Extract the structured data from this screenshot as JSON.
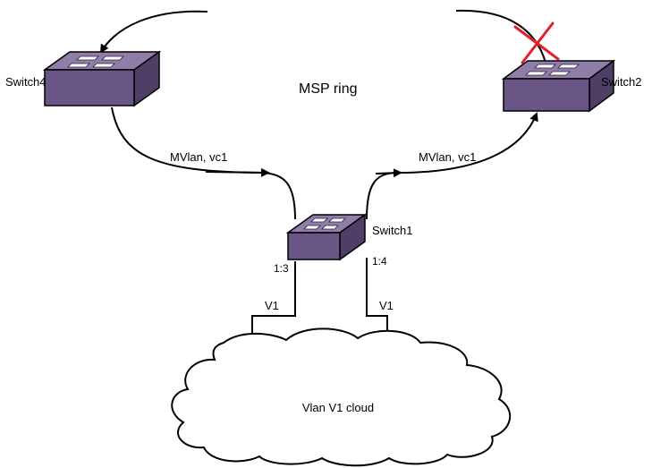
{
  "diagram": {
    "ring_label": "MSP ring",
    "switches": {
      "switch4": "Switch4",
      "switch2": "Switch2",
      "switch1": "Switch1"
    },
    "links": {
      "left_mvlan": "MVlan, vc1",
      "right_mvlan": "MVlan, vc1"
    },
    "ports": {
      "left": "1:3",
      "right": "1:4"
    },
    "vlans": {
      "left": "V1",
      "right": "V1"
    },
    "cloud_label": "Vlan V1 cloud",
    "colors": {
      "switch_top": "#8e7ea8",
      "switch_front": "#6a5686",
      "switch_side": "#4f3f66",
      "failure_mark": "#e0202a"
    },
    "failure_marker": "red X (link down)"
  }
}
